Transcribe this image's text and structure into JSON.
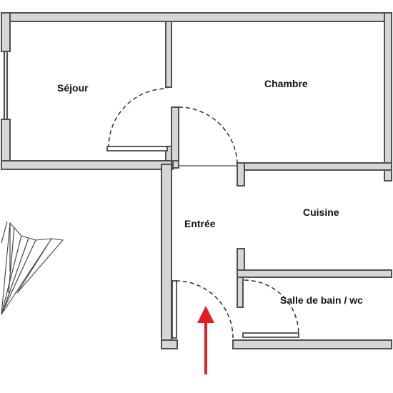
{
  "rooms": {
    "sejour": "Séjour",
    "chambre": "Chambre",
    "entree": "Entrée",
    "cuisine": "Cuisine",
    "salle_de_bain": "Salle de bain / wc"
  },
  "colors": {
    "wall_outline": "#505050",
    "wall_fill": "#d6d6d6",
    "entry_arrow": "#e02020"
  },
  "icons": {
    "entry_marker": "red-arrow-up-icon",
    "stairs": "spiral-stair-icon"
  }
}
